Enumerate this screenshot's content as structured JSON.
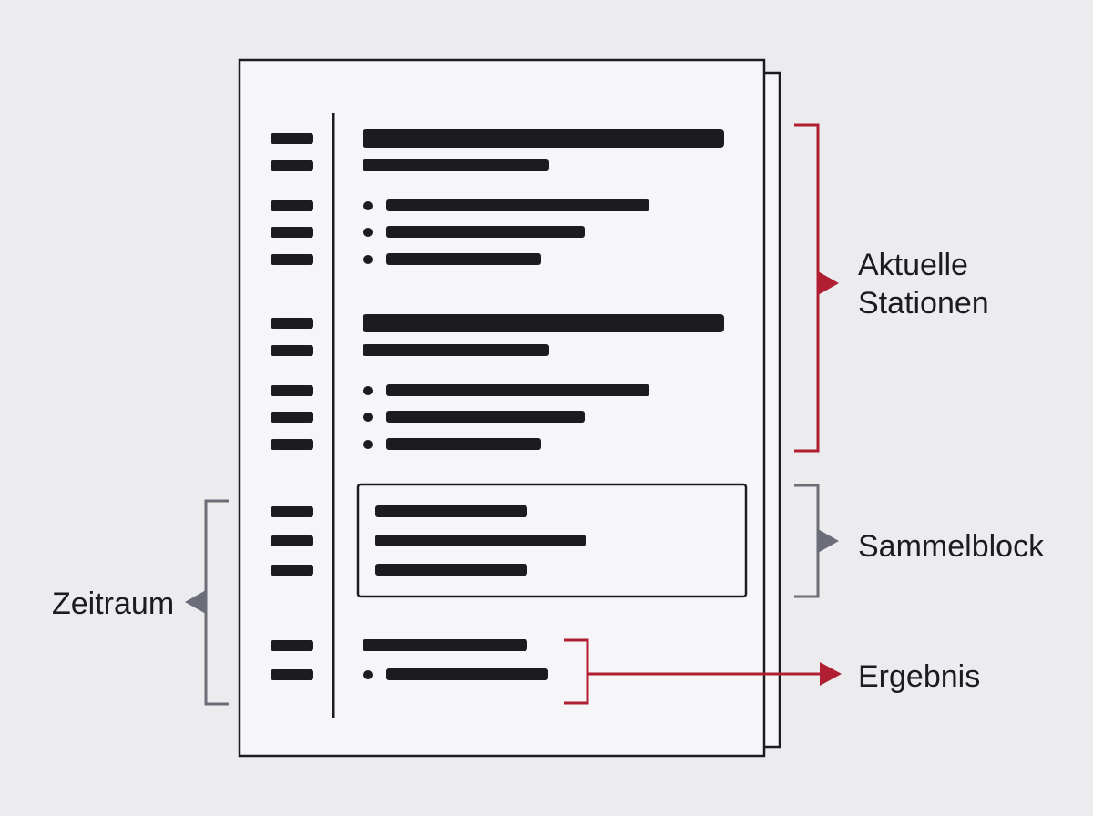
{
  "annotations": {
    "aktuelle_stationen": {
      "line1": "Aktuelle",
      "line2": "Stationen"
    },
    "sammelblock": "Sammelblock",
    "ergebnis": "Ergebnis",
    "zeitraum": "Zeitraum"
  },
  "colors": {
    "background": "#ececee",
    "page": "#f6f6f8",
    "ink": "#1c1c20",
    "accent_red": "#b01e32",
    "bracket_gray": "#6b6d78"
  },
  "icons": {
    "highlight_arrows": "triangle-pointer-icon",
    "list_bullets": "bullet-dot-icon"
  }
}
